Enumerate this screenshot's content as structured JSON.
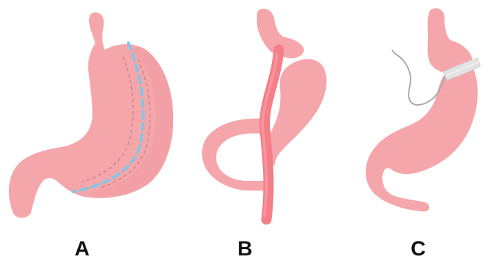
{
  "panels": [
    {
      "label": "A"
    },
    {
      "label": "B"
    },
    {
      "label": "C"
    }
  ],
  "colors": {
    "stomach": "#f5a6aa",
    "stomach_dark": "#ef8d94",
    "intestine_limb": "#f47f88",
    "staple_line": "#7fc7e6",
    "dashed_inner": "#c98288",
    "band": "#e3e3e3",
    "tube": "#a9a9a9"
  }
}
